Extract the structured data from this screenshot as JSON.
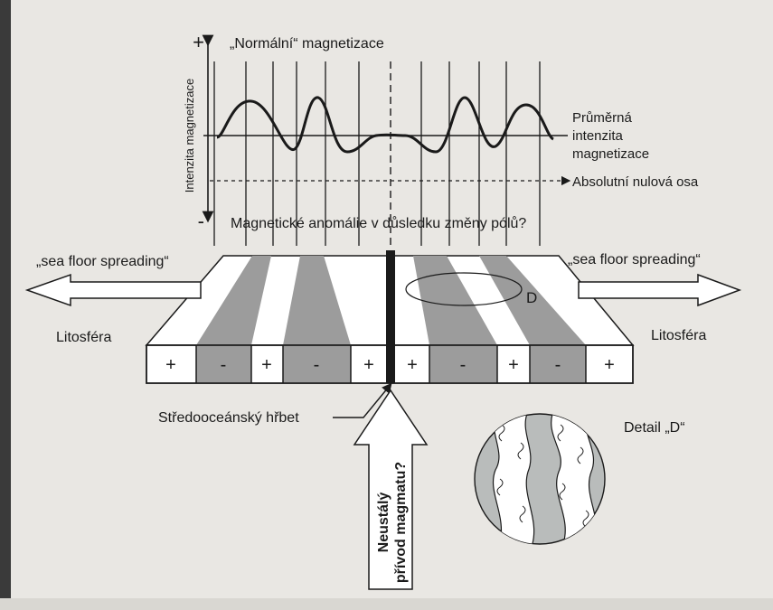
{
  "top_graph": {
    "plus_sign": "+",
    "minus_sign": "-",
    "title": "„Normální“ magnetizace",
    "axis_label": "Intenzita magnetizace",
    "mean_label": [
      "Průměrná",
      "intenzita",
      "magnetizace"
    ],
    "zero_axis_label": "Absolutní nulová osa",
    "question": "Magnetické anomálie v důsledku změny pólů?"
  },
  "block": {
    "spreading_left": "„sea floor spreading“",
    "spreading_right": "„sea floor spreading“",
    "lithosphere_left": "Litosféra",
    "lithosphere_right": "Litosféra",
    "detail_marker": "D",
    "polarity": [
      "+",
      "-",
      "+",
      "-",
      "+",
      "+",
      "-",
      "+",
      "-",
      "+"
    ]
  },
  "labels": {
    "ridge": "Středooceánský hřbet",
    "magma_line1": "Neustálý",
    "magma_line2": "přívod magmatu?",
    "detail": "Detail „D“"
  },
  "colors": {
    "stripe_gray": "#9c9c9c",
    "ridge": "#1a1a1a",
    "detail_fill": "#b9bcbb"
  }
}
